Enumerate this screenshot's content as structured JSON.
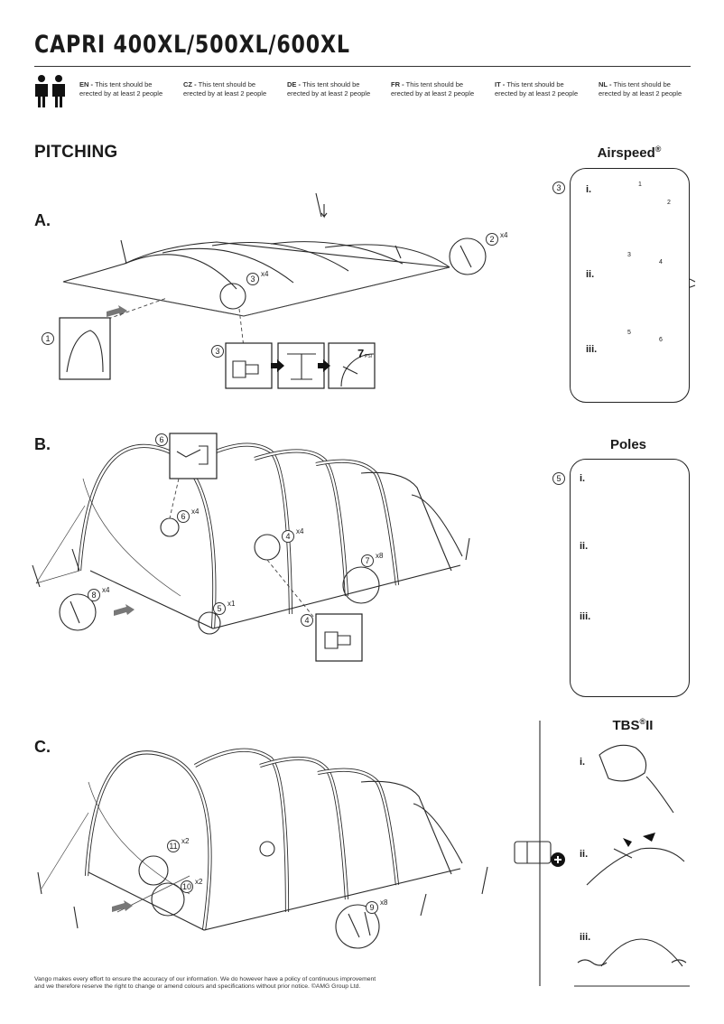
{
  "header": {
    "title": "CAPRI 400XL/500XL/600XL"
  },
  "people_notice": [
    {
      "code": "EN",
      "text": "This tent should be erected by at least 2 people"
    },
    {
      "code": "CZ",
      "text": "This tent should be erected by at least 2 people"
    },
    {
      "code": "DE",
      "text": "This tent should be erected by at least 2 people"
    },
    {
      "code": "FR",
      "text": "This tent should be erected by at least 2 people"
    },
    {
      "code": "IT",
      "text": "This tent should be erected by at least 2 people"
    },
    {
      "code": "NL",
      "text": "This tent should be erected by at least 2 people"
    }
  ],
  "section": {
    "title": "PITCHING"
  },
  "steps": {
    "a": "A.",
    "b": "B.",
    "c": "C."
  },
  "airspeed": {
    "title": "Airspeed",
    "reg": "®",
    "items": [
      "i.",
      "ii.",
      "iii."
    ],
    "sub_numbers": [
      "1",
      "2",
      "3",
      "4",
      "5",
      "6"
    ]
  },
  "poles": {
    "title": "Poles",
    "items": [
      "i.",
      "ii.",
      "iii."
    ]
  },
  "tbs": {
    "title": "TBS",
    "reg": "®",
    "suffix": "II",
    "items": [
      "i.",
      "ii.",
      "iii."
    ]
  },
  "callouts": {
    "a": [
      {
        "num": "1",
        "mult": ""
      },
      {
        "num": "2",
        "mult": "x4"
      },
      {
        "num": "3",
        "mult": "x4"
      },
      {
        "num": "3",
        "mult": ""
      }
    ],
    "b": [
      {
        "num": "6",
        "mult": ""
      },
      {
        "num": "6",
        "mult": "x4"
      },
      {
        "num": "4",
        "mult": "x4"
      },
      {
        "num": "7",
        "mult": "x8"
      },
      {
        "num": "8",
        "mult": "x4"
      },
      {
        "num": "5",
        "mult": "x1"
      },
      {
        "num": "4",
        "mult": ""
      }
    ],
    "c": [
      {
        "num": "11",
        "mult": "x2"
      },
      {
        "num": "10",
        "mult": "x2"
      },
      {
        "num": "9",
        "mult": "x8"
      }
    ],
    "panel_refs": {
      "airspeed": "3",
      "poles": "5"
    }
  },
  "gauge": {
    "value": "7",
    "unit": "PSI"
  },
  "footer": {
    "lines": [
      "Vango makes every effort to ensure the accuracy of our information. We do however have a policy of continuous improvement",
      "and we therefore reserve the right to change or amend colours and specifications without prior notice. ©AMG Group Ltd."
    ]
  }
}
